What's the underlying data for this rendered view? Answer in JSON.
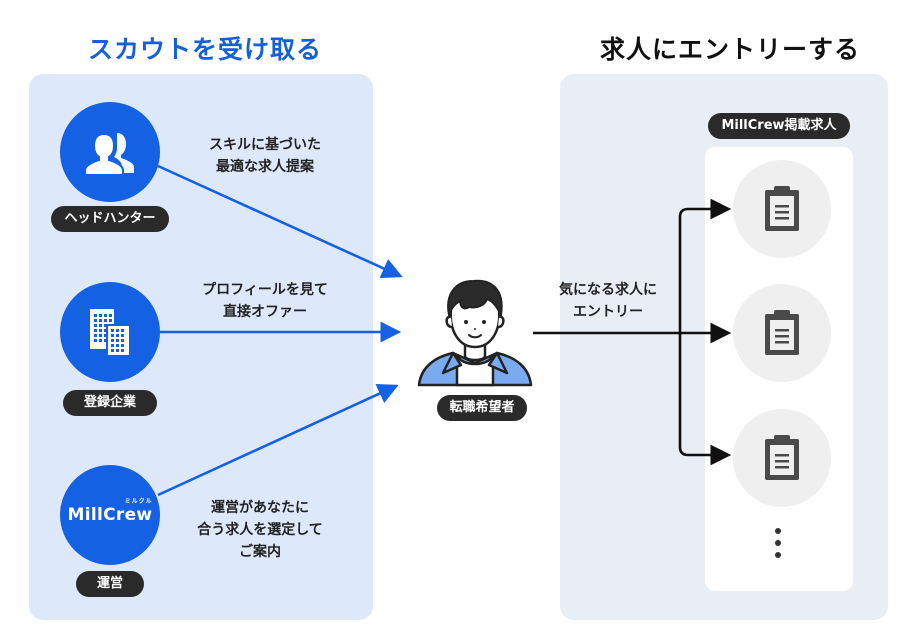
{
  "left_section": {
    "title": "スカウトを受け取る",
    "sources": [
      {
        "label": "ヘッドハンター",
        "icon": "users-icon",
        "caption_lines": [
          "スキルに基づいた",
          "最適な求人提案"
        ]
      },
      {
        "label": "登録企業",
        "icon": "buildings-icon",
        "caption_lines": [
          "プロフィールを見て",
          "直接オファー"
        ]
      },
      {
        "label": "運営",
        "icon": "millcrew-logo",
        "caption_lines": [
          "運営があなたに",
          "合う求人を選定して",
          "ご案内"
        ]
      }
    ],
    "logo": {
      "name": "MillCrew",
      "ruby": "ミルクル"
    }
  },
  "center": {
    "person_label": "転職希望者",
    "caption_lines": [
      "気になる求人に",
      "エントリー"
    ]
  },
  "right_section": {
    "title": "求人にエントリーする",
    "jobs_label": "MillCrew掲載求人",
    "jobs": [
      {
        "icon": "clipboard-icon"
      },
      {
        "icon": "clipboard-icon"
      },
      {
        "icon": "clipboard-icon"
      }
    ],
    "more_indicator": "more-dots"
  },
  "colors": {
    "accent_blue": "#1561e4",
    "heading_blue": "#1560d8",
    "left_panel_bg": "#dde9fb",
    "right_panel_bg": "#e8eef4",
    "pill_bg": "#2a2a2a",
    "person_shirt": "#7aaaf0"
  }
}
